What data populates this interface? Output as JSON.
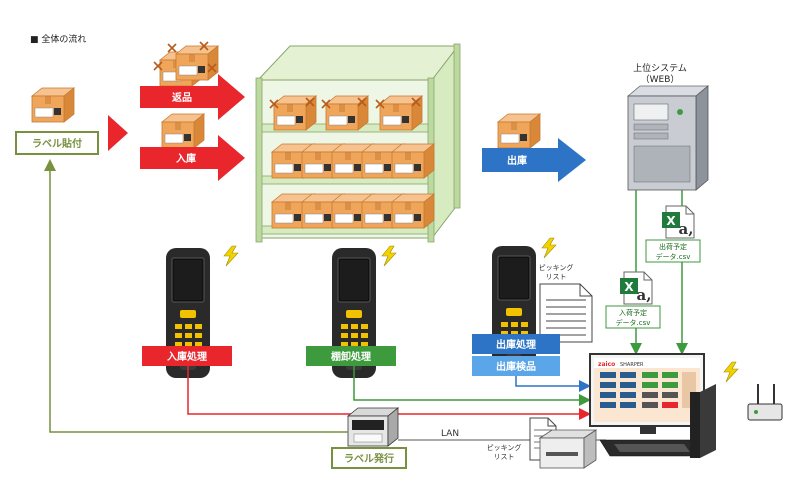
{
  "heading": "■ 全体の流れ",
  "flow": {
    "label_attach": "ラベル貼付",
    "return": "返品",
    "receive": "入庫",
    "ship": "出庫",
    "receive_process": "入庫処理",
    "inventory_process": "棚卸処理",
    "ship_process": "出庫処理",
    "ship_inspect": "出庫検品",
    "label_issue": "ラベル発行"
  },
  "system": {
    "title": "上位システム",
    "subtitle": "（WEB）",
    "ship_plan": [
      "出荷予定",
      "データ.csv"
    ],
    "receive_plan": [
      "入荷予定",
      "データ.csv"
    ]
  },
  "network": {
    "lan": "LAN"
  },
  "picking_list": [
    "ピッキング",
    "リスト"
  ],
  "app": {
    "brand": "zaico",
    "screen_title": "SHARPER"
  },
  "colors": {
    "red": "#e8262c",
    "green": "#3d9a3d",
    "blue": "#2d73c6",
    "box": "#f0a65a",
    "shelf": "#d7ebc0",
    "olive": "#77913f"
  }
}
